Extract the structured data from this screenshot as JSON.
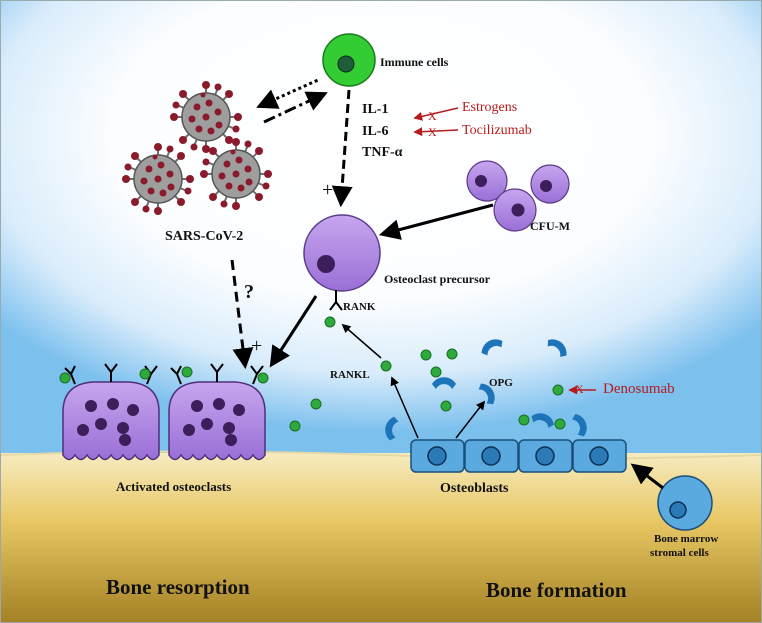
{
  "labels": {
    "immune_cells": "Immune cells",
    "cytokine_1": "IL-1",
    "cytokine_2": "IL-6",
    "cytokine_3": "TNF-α",
    "virus": "SARS-CoV-2",
    "cfu_m": "CFU-M",
    "osteoclast_precursor": "Osteoclast precursor",
    "rank": "RANK",
    "rankl": "RANKL",
    "opg": "OPG",
    "activated_osteoclasts": "Activated osteoclasts",
    "osteoblasts": "Osteoblasts",
    "bone_marrow_line1": "Bone marrow",
    "bone_marrow_line2": "stromal cells",
    "bone_resorption": "Bone resorption",
    "bone_formation": "Bone formation",
    "question": "?",
    "plus_1": "+",
    "plus_2": "+"
  },
  "inhibitors": {
    "estrogens": "Estrogens",
    "tocilizumab": "Tocilizumab",
    "denosumab": "Denosumab",
    "block_mark": "X"
  },
  "colors": {
    "immune_cell": "#33cc33",
    "immune_nucleus": "#1f5e3a",
    "purple_cell": "#b28ee0",
    "purple_nucleus": "#3b1e5a",
    "virus_body": "#9e9e9e",
    "virus_spike": "#8b1a2b",
    "rankl_dot": "#2eaa3c",
    "opg": "#1e74b8",
    "osteoblast": "#5aaae0",
    "inhibitor": "#b71c1c",
    "bone_top": "#f6e6a6",
    "bone_bottom": "#a88a2a"
  }
}
